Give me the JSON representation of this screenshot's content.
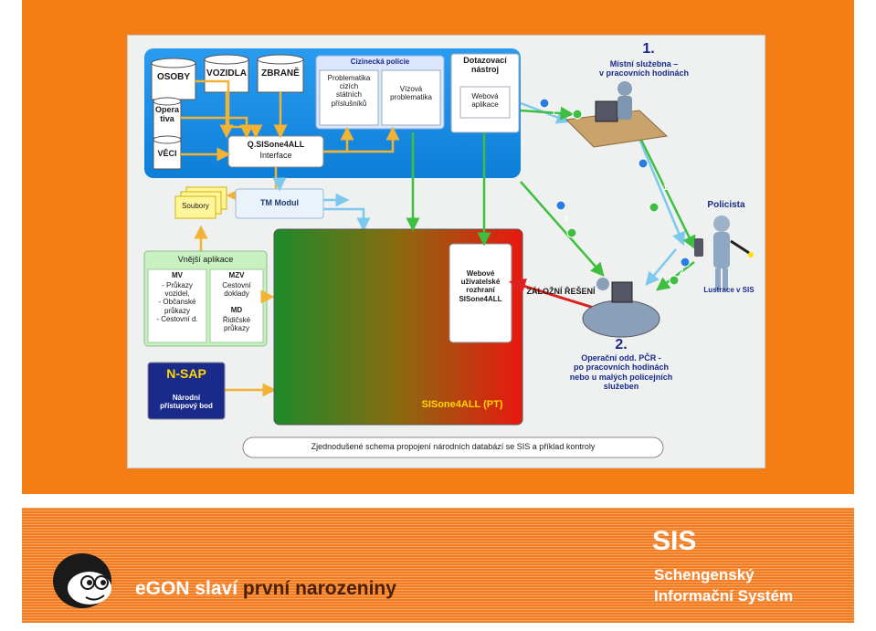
{
  "diagram": {
    "db": {
      "osoby": "OSOBY",
      "vozidla": "VOZIDLA",
      "zbrane": "ZBRANĚ",
      "operativa": "Opera\ntiva",
      "veci": "VĚCI"
    },
    "cizinecka": {
      "title": "Cizinecká policie",
      "left": "Problematika\ncizích\nstátních\npříslušníků",
      "right": "Vízová\nproblematika"
    },
    "dotazovaci": {
      "title": "Dotazovací\nnástroj",
      "inner": "Webová\naplikace"
    },
    "interface": {
      "title": "Q.SISone4ALL",
      "sub": "Interface"
    },
    "tm_modul": "TM Modul",
    "soubory": "Soubory",
    "vnejsi": {
      "title": "Vnější aplikace",
      "mv_title": "MV",
      "mv_items": "- Průkazy\nvozidel,\n- Občanské\nprůkazy\n- Cestovní d.",
      "mzv_title": "MZV",
      "mzv_text": "Cestovní\ndoklady",
      "md_title": "MD",
      "md_text": "Řidičské\nprůkazy"
    },
    "nsap": {
      "title": "N-SAP",
      "sub": "Národní\npřístupový bod"
    },
    "sisone_label": "SISone4ALL (PT)",
    "webove": "Webové\nuživatelské\nrozhraní\nSISone4ALL",
    "zalozni": "ZÁLOŽNÍ ŘEŠENÍ",
    "site1": {
      "num": "1.",
      "text": "Místní služebna –\nv pracovních hodinách"
    },
    "policista": "Policista",
    "lustrace": "Lustrace v SIS",
    "site2": {
      "num": "2.",
      "text": "Operační odd. PČR -\npo pracovních hodinách\nnebo u malých policejních\nslužeben"
    },
    "caption": "Zjednodušené schema propojení národních databází se SIS a příklad kontroly",
    "step_labels": {
      "a": "1.",
      "b": "1.",
      "c": "2.",
      "d": "2."
    }
  },
  "banner": {
    "title_light": "eGON slaví ",
    "title_dark": "první narozeniny",
    "sis": "SIS",
    "sub": "Schengenský\nInformační Systém"
  },
  "colors": {
    "slide": "#f57e14",
    "blue_panel": "#1a8fe3",
    "arrow_yellow": "#f2b233",
    "arrow_green": "#3fbf3f",
    "arrow_lightblue": "#7cc8ef",
    "arrow_red": "#e02020"
  }
}
